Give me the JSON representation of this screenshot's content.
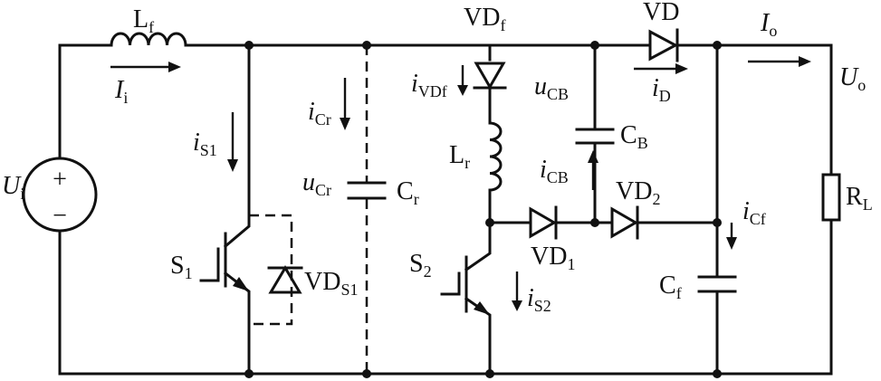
{
  "labels": {
    "lf": {
      "main": "L",
      "sub": "f"
    },
    "ii": {
      "main": "I",
      "sub": "i"
    },
    "ui": {
      "main": "U",
      "sub": "i"
    },
    "src_plus": "+",
    "src_minus": "−",
    "is1": {
      "main": "i",
      "sub": "S1"
    },
    "s1": {
      "main": "S",
      "sub": "1"
    },
    "vds1": {
      "main": "VD",
      "sub": "S1"
    },
    "icr": {
      "main": "i",
      "sub": "Cr"
    },
    "ucr": {
      "main": "u",
      "sub": "Cr"
    },
    "cr": {
      "main": "C",
      "sub": "r"
    },
    "vdf": {
      "main": "VD",
      "sub": "f"
    },
    "ivdf": {
      "main": "i",
      "sub": "VDf"
    },
    "lr": {
      "main": "L",
      "sub": "r"
    },
    "s2": {
      "main": "S",
      "sub": "2"
    },
    "is2": {
      "main": "i",
      "sub": "S2"
    },
    "vd1": {
      "main": "VD",
      "sub": "1"
    },
    "ucb": {
      "main": "u",
      "sub": "CB"
    },
    "cb": {
      "main": "C",
      "sub": "B"
    },
    "icb": {
      "main": "i",
      "sub": "CB"
    },
    "vd2": {
      "main": "VD",
      "sub": "2"
    },
    "vd": {
      "main": "VD",
      "sub": ""
    },
    "id": {
      "main": "i",
      "sub": "D"
    },
    "io": {
      "main": "I",
      "sub": "o"
    },
    "uo": {
      "main": "U",
      "sub": "o"
    },
    "icf": {
      "main": "i",
      "sub": "Cf"
    },
    "cf": {
      "main": "C",
      "sub": "f"
    },
    "rl": {
      "main": "R",
      "sub": "L"
    }
  }
}
